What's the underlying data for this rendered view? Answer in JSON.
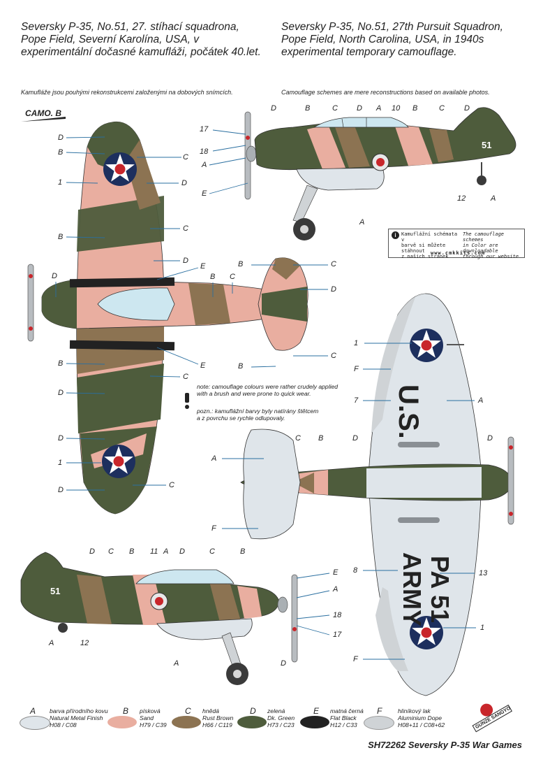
{
  "header": {
    "cz_title": [
      "Seversky P-35, No.51, 27. stíhací squadrona,",
      "Pope Field, Severní Karolína, USA, v",
      "experimentální dočasné kamufláži, počátek 40.let."
    ],
    "en_title": [
      "Seversky P-35, No.51, 27th Pursuit Squadron,",
      "Pope Field, North Carolina, USA, in 1940s",
      "experimental temporary camouflage."
    ],
    "cz_sub": "Kamufláže jsou pouhými rekonstrukcemi založenými na dobových snímcích.",
    "en_sub": "Camouflage schemes are mere reconstructions based on available photos."
  },
  "camo_label": "CAMO. B",
  "info_box": {
    "icon": "info-icon",
    "cz": [
      "Kamuflážní schémata v",
      "barvě si můžete stáhnout",
      "z našich stránek"
    ],
    "en": [
      "The camouflage schemes",
      "in Color are downloadable",
      "through our website"
    ],
    "url": "www.cmkkits.com"
  },
  "note": {
    "en": [
      "note: camouflage colours were rather crudely applied",
      "with a brush and were prone to quick wear."
    ],
    "cz": [
      "pozn.: kamuflážní barvy byly natírány štětcem",
      "a z povrchu se rychle odlupovaly."
    ],
    "icon": "exclamation-icon"
  },
  "markings": {
    "tail_number": "51",
    "us_text": "U.S.",
    "army_text": "ARMY",
    "pa51_text": "PA 51"
  },
  "callouts": {
    "top": [
      "17",
      "18",
      "A",
      "E",
      "D",
      "B",
      "C",
      "D",
      "A",
      "10",
      "B",
      "C",
      "D",
      "51",
      "12",
      "A",
      "A"
    ],
    "planform_left": [
      "D",
      "B",
      "1",
      "B",
      "D",
      "D",
      "C",
      "E",
      "B",
      "D",
      "C",
      "1",
      "D",
      "C",
      "D",
      "C",
      "B",
      "B",
      "D",
      "C",
      "B",
      "C",
      "E",
      "C"
    ],
    "planform_right": [
      "1",
      "F",
      "7",
      "A",
      "C",
      "B",
      "D",
      "A",
      "D",
      "F",
      "8",
      "13",
      "1",
      "F"
    ],
    "bottom": [
      "D",
      "C",
      "B",
      "11",
      "A",
      "D",
      "C",
      "B",
      "E",
      "A",
      "18",
      "17",
      "A",
      "12",
      "A",
      "D"
    ]
  },
  "legend": [
    {
      "letter": "A",
      "cz": "barva přírodního kovu",
      "en": "Natural Metal Finish",
      "code": "H08 / C08",
      "color": "#dfe5ea"
    },
    {
      "letter": "B",
      "cz": "písková",
      "en": "Sand",
      "code": "H79 / C39",
      "color": "#e9aea0"
    },
    {
      "letter": "C",
      "cz": "hnědá",
      "en": "Rust Brown",
      "code": "H66 / C119",
      "color": "#8c7352"
    },
    {
      "letter": "D",
      "cz": "zelená",
      "en": "Dk. Green",
      "code": "H73 / C23",
      "color": "#4e5c3c"
    },
    {
      "letter": "E",
      "cz": "matná černá",
      "en": "Flat Black",
      "code": "H12 / C33",
      "color": "#222222"
    },
    {
      "letter": "F",
      "cz": "hliníkový lak",
      "en": "Aluminium Dope",
      "code": "H08+11 / C08+62",
      "color": "#cfd3d6"
    }
  ],
  "logos": {
    "gunze": "GUNZE SANGYO"
  },
  "footer": "SH72262 Seversky P-35 War Games",
  "colors": {
    "green": "#4e5c3c",
    "sand": "#e9aea0",
    "brown": "#8c7352",
    "metal": "#dfe5ea",
    "black": "#222222",
    "roundel_blue": "#1d2f5e",
    "roundel_red": "#c8262b"
  }
}
